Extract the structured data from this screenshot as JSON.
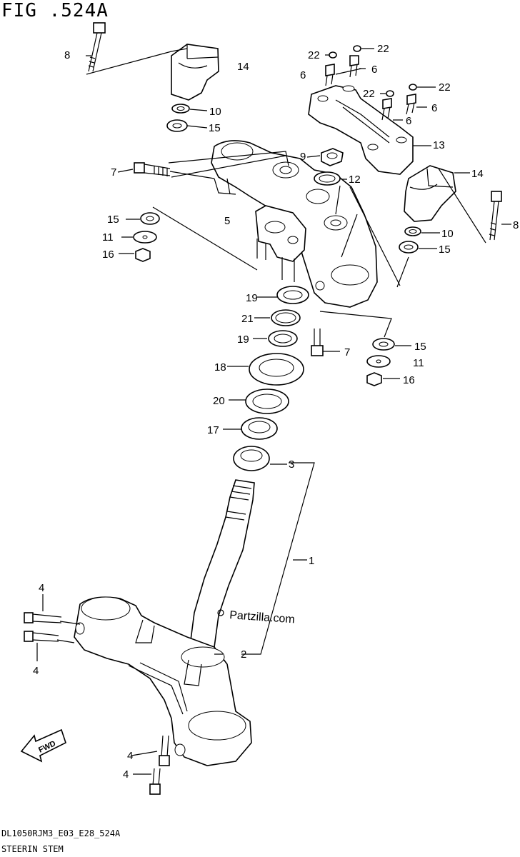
{
  "figure_title": "FIG .524A",
  "watermark": "Partzilla.com",
  "fwd_label": "FWD",
  "footer": {
    "code": "DL1050RJM3_E03_E28_524A",
    "name": "STEERIN STEM"
  },
  "callouts": [
    "1",
    "2",
    "3",
    "4",
    "5",
    "6",
    "7",
    "8",
    "9",
    "10",
    "11",
    "12",
    "13",
    "14",
    "15",
    "16",
    "17",
    "18",
    "19",
    "20",
    "21",
    "22"
  ],
  "callout_instances": {
    "c8_left": "8",
    "c14_left": "14",
    "c10_left": "10",
    "c15_left": "15",
    "c7_left": "7",
    "c9": "9",
    "c12": "12",
    "c13": "13",
    "c14_right": "14",
    "c8_right": "8",
    "c10_right": "10",
    "c15_right": "15",
    "c5": "5",
    "c15_b": "15",
    "c11_left": "11",
    "c16_left": "16",
    "c22_a": "22",
    "c22_b": "22",
    "c6_a": "6",
    "c22_c": "22",
    "c22_d": "22",
    "c6_b": "6",
    "c6_c": "6",
    "c6_d": "6",
    "c19_a": "19",
    "c21": "21",
    "c19_b": "19",
    "c18": "18",
    "c20": "20",
    "c17": "17",
    "c3": "3",
    "c1": "1",
    "c2": "2",
    "c7_right": "7",
    "c15_c": "15",
    "c11_right": "11",
    "c16_right": "16",
    "c4_a": "4",
    "c4_b": "4",
    "c4_c": "4",
    "c4_d": "4"
  }
}
